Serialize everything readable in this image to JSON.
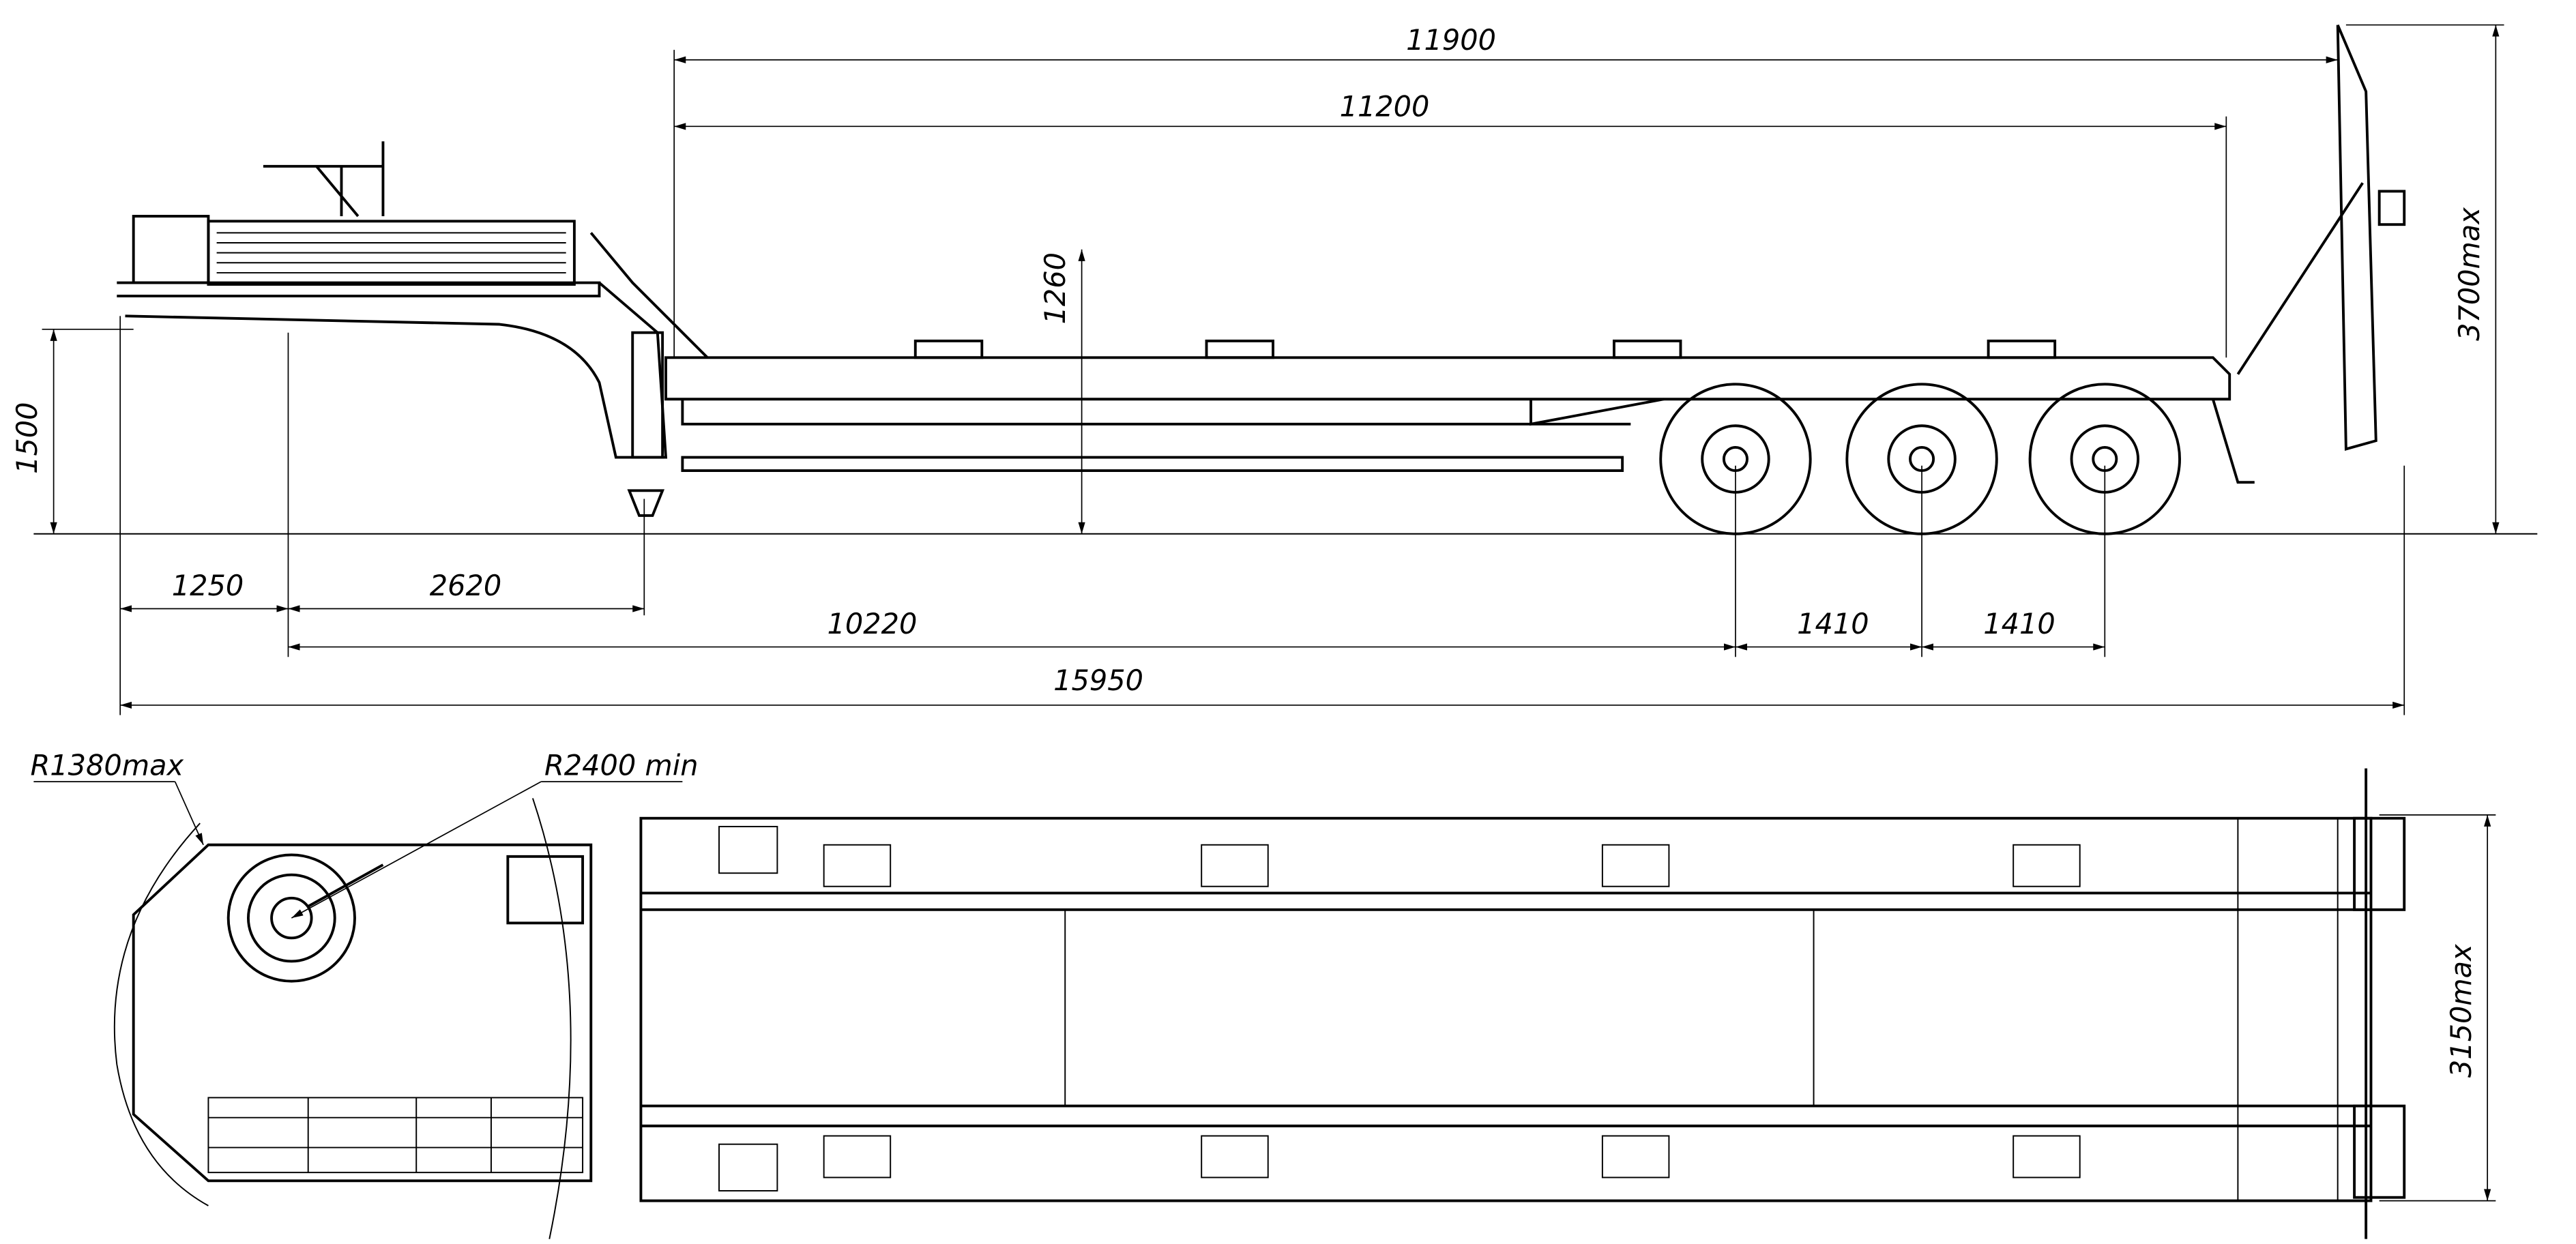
{
  "side_view": {
    "dimensions": {
      "overall_deck": "11900",
      "deck_length": "11200",
      "deck_height": "1260",
      "coupling_height": "1500",
      "max_height": "3700max",
      "front_overhang": "1250",
      "kingpin_to_leg": "2620",
      "kingpin_to_axle": "10220",
      "axle_spacing_1": "1410",
      "axle_spacing_2": "1410",
      "overall_length": "15950"
    }
  },
  "top_view": {
    "dimensions": {
      "front_radius": "R1380max",
      "turning_radius": "R2400 min",
      "max_width": "3150max"
    }
  }
}
